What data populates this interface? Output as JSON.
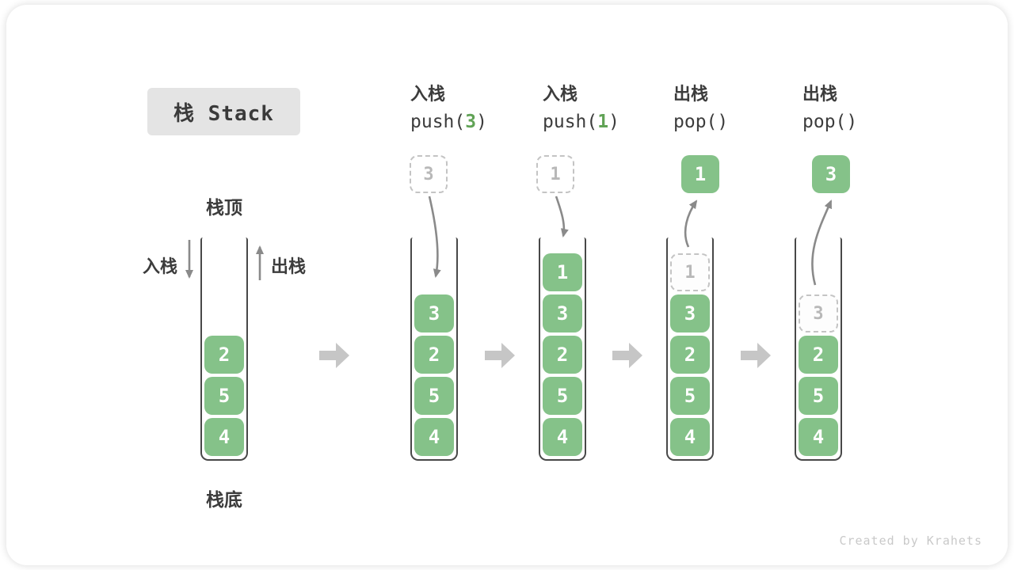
{
  "title": {
    "text": "栈 Stack"
  },
  "labels": {
    "stack_top": "栈顶",
    "stack_bottom": "栈底",
    "push": "入栈",
    "pop": "出栈"
  },
  "operations": [
    {
      "action": "入栈",
      "fn": "push(",
      "arg": "3",
      "close": ")"
    },
    {
      "action": "入栈",
      "fn": "push(",
      "arg": "1",
      "close": ")"
    },
    {
      "action": "出栈",
      "fn": "pop(",
      "arg": "",
      "close": ")"
    },
    {
      "action": "出栈",
      "fn": "pop(",
      "arg": "",
      "close": ")"
    }
  ],
  "stacks": [
    {
      "name": "initial-stack",
      "cells": [
        {
          "v": "2",
          "ghost": false
        },
        {
          "v": "5",
          "ghost": false
        },
        {
          "v": "4",
          "ghost": false
        }
      ]
    },
    {
      "name": "after-push-3",
      "floating": {
        "v": "3",
        "ghost": true
      },
      "cells": [
        {
          "v": "3",
          "ghost": false
        },
        {
          "v": "2",
          "ghost": false
        },
        {
          "v": "5",
          "ghost": false
        },
        {
          "v": "4",
          "ghost": false
        }
      ]
    },
    {
      "name": "after-push-1",
      "floating": {
        "v": "1",
        "ghost": true
      },
      "cells": [
        {
          "v": "1",
          "ghost": false
        },
        {
          "v": "3",
          "ghost": false
        },
        {
          "v": "2",
          "ghost": false
        },
        {
          "v": "5",
          "ghost": false
        },
        {
          "v": "4",
          "ghost": false
        }
      ]
    },
    {
      "name": "after-pop-1",
      "floating": {
        "v": "1",
        "ghost": false
      },
      "cells": [
        {
          "v": "1",
          "ghost": true
        },
        {
          "v": "3",
          "ghost": false
        },
        {
          "v": "2",
          "ghost": false
        },
        {
          "v": "5",
          "ghost": false
        },
        {
          "v": "4",
          "ghost": false
        }
      ]
    },
    {
      "name": "after-pop-3",
      "floating": {
        "v": "3",
        "ghost": false
      },
      "cells": [
        {
          "v": "3",
          "ghost": true
        },
        {
          "v": "2",
          "ghost": false
        },
        {
          "v": "5",
          "ghost": false
        },
        {
          "v": "4",
          "ghost": false
        }
      ]
    }
  ],
  "credit": "Created by Krahets",
  "colors": {
    "cell_green": "#85c289",
    "code_arg_green": "#61a356",
    "text_dark": "#3c3c3c",
    "arrow_gray": "#8a8a8a",
    "chevron_gray": "#c6c6c6",
    "ghost_border": "#c4c4c4",
    "ghost_text": "#b8b8b8",
    "title_bg": "#e4e4e4",
    "wall_dark": "#484848"
  }
}
